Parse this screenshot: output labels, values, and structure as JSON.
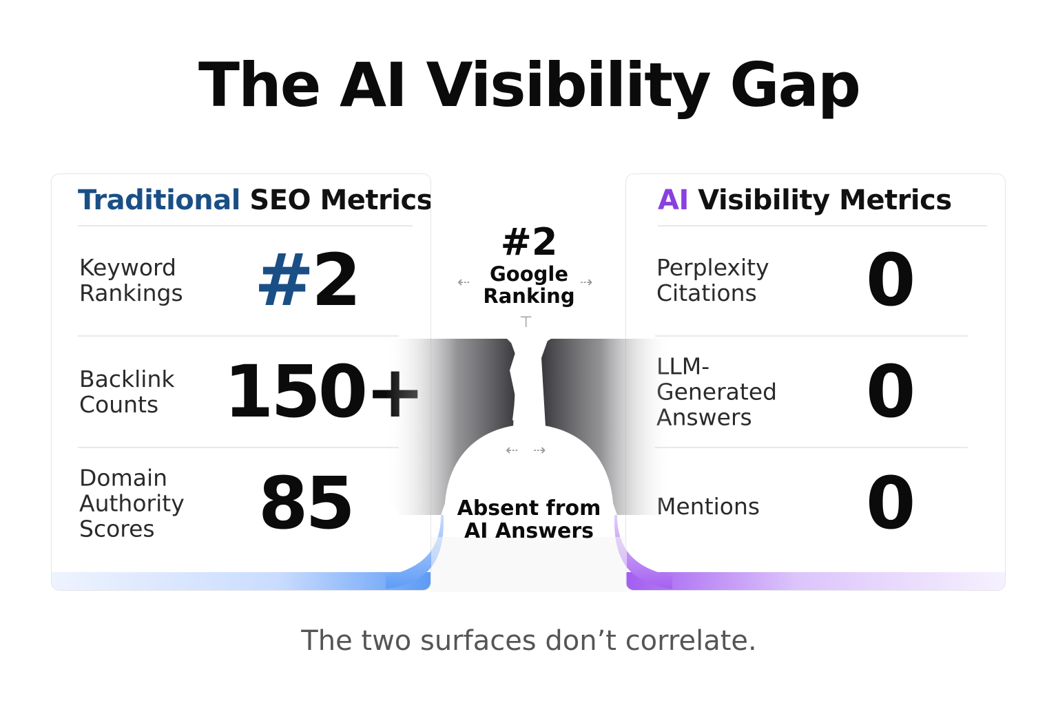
{
  "title": "The AI Visibility Gap",
  "left_card": {
    "heading_accent": "Traditional",
    "heading_rest": "SEO Metrics",
    "rows": [
      {
        "label_lines": [
          "Keyword",
          "Rankings"
        ],
        "value_prefix": "#",
        "value": "2"
      },
      {
        "label_lines": [
          "Backlink",
          "Counts"
        ],
        "value_prefix": "",
        "value": "150+"
      },
      {
        "label_lines": [
          "Domain",
          "Authority",
          "Scores"
        ],
        "value_prefix": "",
        "value": "85"
      }
    ]
  },
  "right_card": {
    "heading_accent": "AI",
    "heading_rest": "Visibility Metrics",
    "rows": [
      {
        "label_lines": [
          "Perplexity",
          "Citations"
        ],
        "value": "0"
      },
      {
        "label_lines": [
          "LLM-Generated",
          "Answers"
        ],
        "value": "0"
      },
      {
        "label_lines": [
          "Mentions"
        ],
        "value": "0"
      }
    ]
  },
  "center": {
    "rank_value": "#2",
    "rank_label_lines": [
      "Google",
      "Ranking"
    ],
    "absent_lines": [
      "Absent from",
      "AI Answers"
    ]
  },
  "caption": "The two surfaces don’t correlate.",
  "colors": {
    "left_accent": "#1a4f86",
    "right_accent": "#8a3fe0",
    "left_band": "#5d9bf5",
    "right_band": "#a35df0"
  }
}
